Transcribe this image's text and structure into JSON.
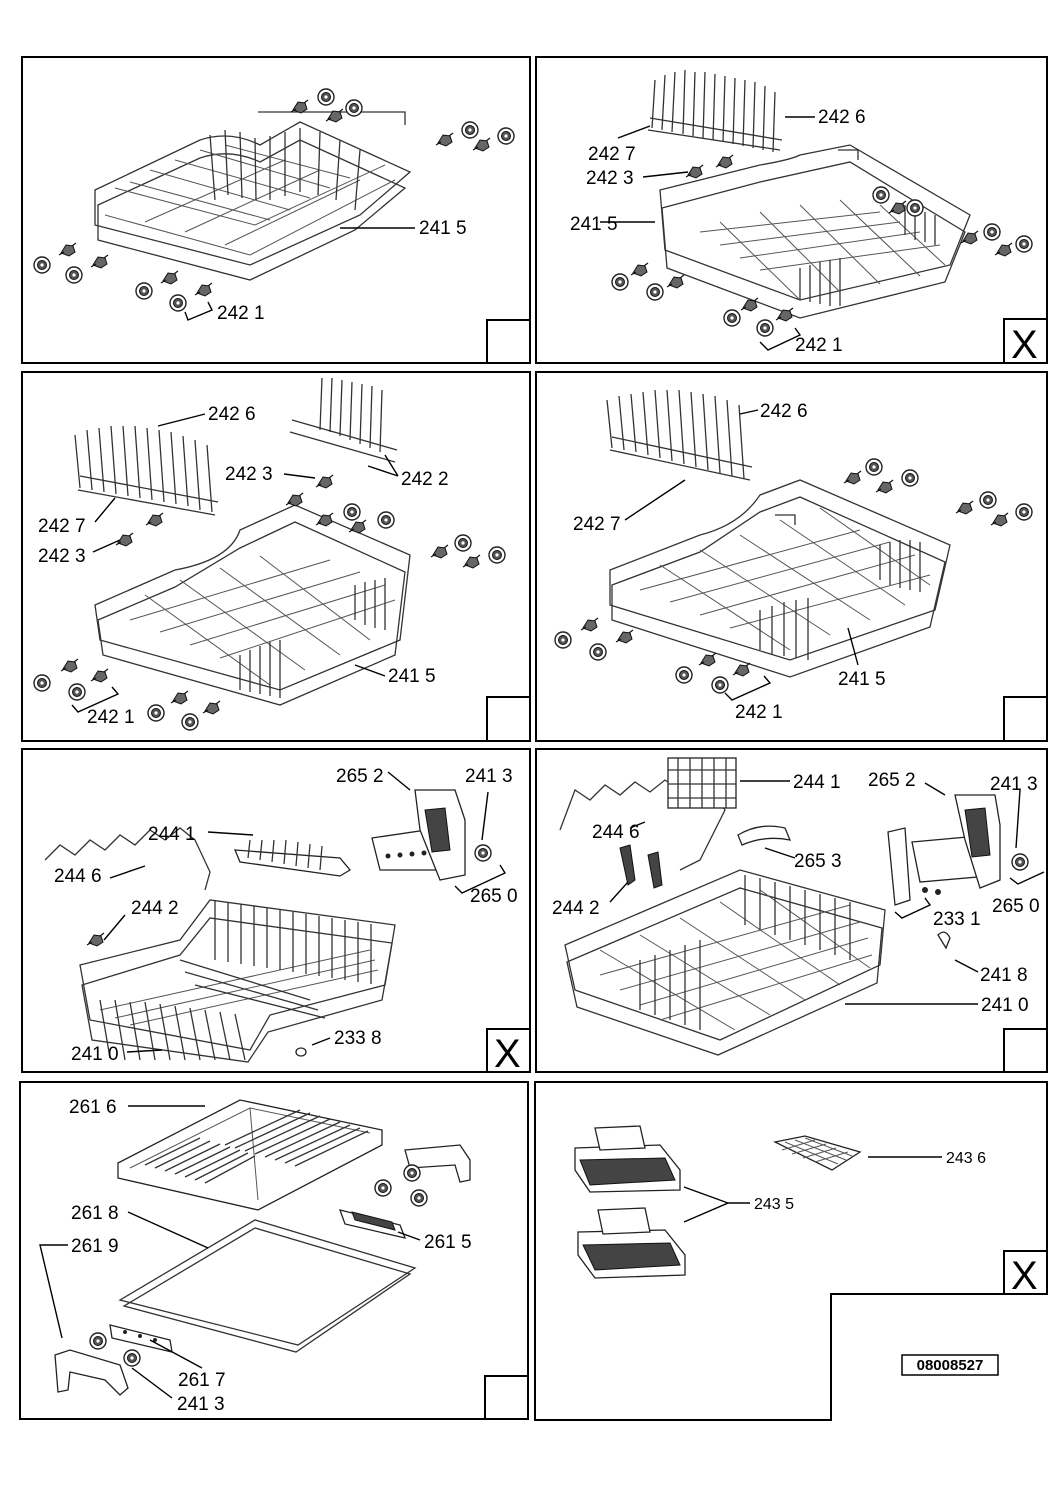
{
  "panels": [
    {
      "id": "p1",
      "labels": [
        "242 1",
        "241 5"
      ],
      "box_mark": ""
    },
    {
      "id": "p2",
      "labels": [
        "242 6",
        "242 7",
        "242 3",
        "241 5",
        "242 1"
      ],
      "box_mark": "X"
    },
    {
      "id": "p3",
      "labels": [
        "242 6",
        "242 3",
        "242 2",
        "242 7",
        "242 3",
        "241 5",
        "242 1"
      ],
      "box_mark": ""
    },
    {
      "id": "p4",
      "labels": [
        "242 6",
        "242 7",
        "241 5",
        "242 1"
      ],
      "box_mark": ""
    },
    {
      "id": "p5",
      "labels": [
        "265 2",
        "241 3",
        "244 1",
        "244 6",
        "265 0",
        "244 2",
        "233 8",
        "241 0"
      ],
      "box_mark": "X"
    },
    {
      "id": "p6",
      "labels": [
        "244 1",
        "265 2",
        "241 3",
        "244 6",
        "265 3",
        "244 2",
        "233 1",
        "265 0",
        "241 8",
        "241 0"
      ],
      "box_mark": ""
    },
    {
      "id": "p7",
      "labels": [
        "261 6",
        "261 8",
        "261 9",
        "261 5",
        "261 7",
        "241 3"
      ],
      "box_mark": ""
    },
    {
      "id": "p8",
      "labels": [
        "243 6",
        "243 5"
      ],
      "box_mark": "X"
    }
  ],
  "document_code": "08008527",
  "icons": [
    "wheel-icon",
    "clip-icon",
    "basket-icon",
    "rack-icon",
    "cutlery-basket-icon"
  ]
}
